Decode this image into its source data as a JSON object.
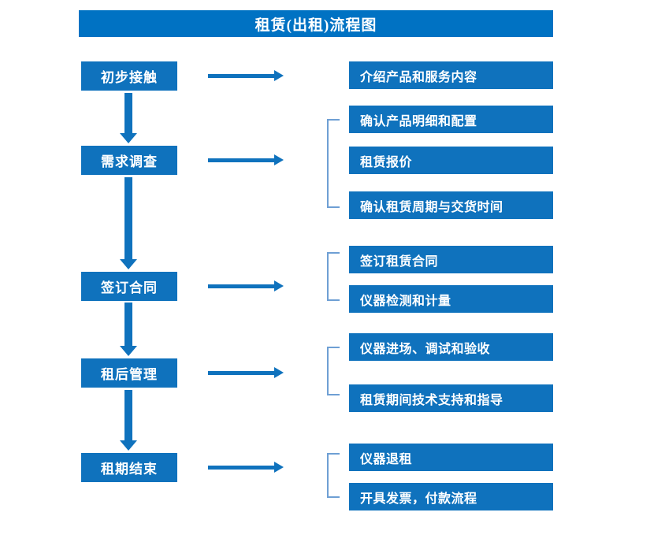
{
  "title": "租赁(出租)流程图",
  "colors": {
    "banner_blue": "#0072c3",
    "box_blue": "#0f72bd",
    "bracket_blue": "#6e9fd4",
    "text_white": "#ffffff",
    "background": "#ffffff"
  },
  "stages": [
    {
      "label": "初步接触"
    },
    {
      "label": "需求调查"
    },
    {
      "label": "签订合同"
    },
    {
      "label": "租后管理"
    },
    {
      "label": "租期结束"
    }
  ],
  "groups": [
    {
      "stage": "初步接触",
      "bracketed": false,
      "details": [
        {
          "label": "介绍产品和服务内容"
        }
      ]
    },
    {
      "stage": "需求调查",
      "bracketed": true,
      "details": [
        {
          "label": "确认产品明细和配置"
        },
        {
          "label": "租赁报价"
        },
        {
          "label": "确认租赁周期与交货时间"
        }
      ]
    },
    {
      "stage": "签订合同",
      "bracketed": true,
      "details": [
        {
          "label": "签订租赁合同"
        },
        {
          "label": "仪器检测和计量"
        }
      ]
    },
    {
      "stage": "租后管理",
      "bracketed": true,
      "details": [
        {
          "label": "仪器进场、调试和验收"
        },
        {
          "label": "租赁期间技术支持和指导"
        }
      ]
    },
    {
      "stage": "租期结束",
      "bracketed": true,
      "details": [
        {
          "label": "仪器退租"
        },
        {
          "label": "开具发票，付款流程"
        }
      ]
    }
  ],
  "connectors": {
    "horizontal_arrow_count": 5,
    "vertical_arrow_count": 4,
    "direction_horizontal": "right",
    "direction_vertical": "down"
  }
}
